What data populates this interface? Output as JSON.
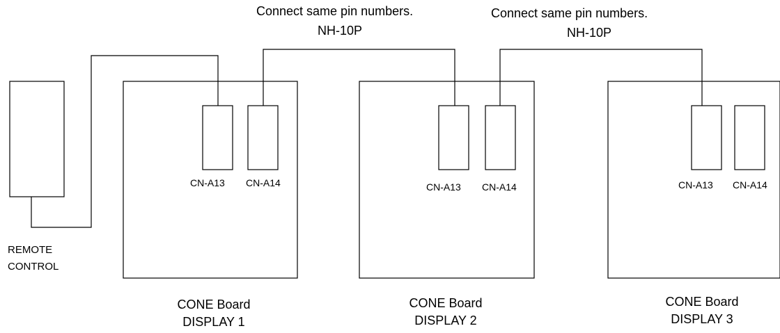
{
  "notes": [
    {
      "line1": "Connect same pin numbers.",
      "line2": "NH-10P"
    },
    {
      "line1": "Connect same pin numbers.",
      "line2": "NH-10P"
    }
  ],
  "remote": {
    "line1": "REMOTE",
    "line2": "CONTROL"
  },
  "boards": [
    {
      "line1": "CONE Board",
      "line2": "DISPLAY 1",
      "cn_in": "CN-A13",
      "cn_out": "CN-A14"
    },
    {
      "line1": "CONE Board",
      "line2": "DISPLAY 2",
      "cn_in": "CN-A13",
      "cn_out": "CN-A14"
    },
    {
      "line1": "CONE Board",
      "line2": "DISPLAY 3",
      "cn_in": "CN-A13",
      "cn_out": "CN-A14"
    }
  ]
}
